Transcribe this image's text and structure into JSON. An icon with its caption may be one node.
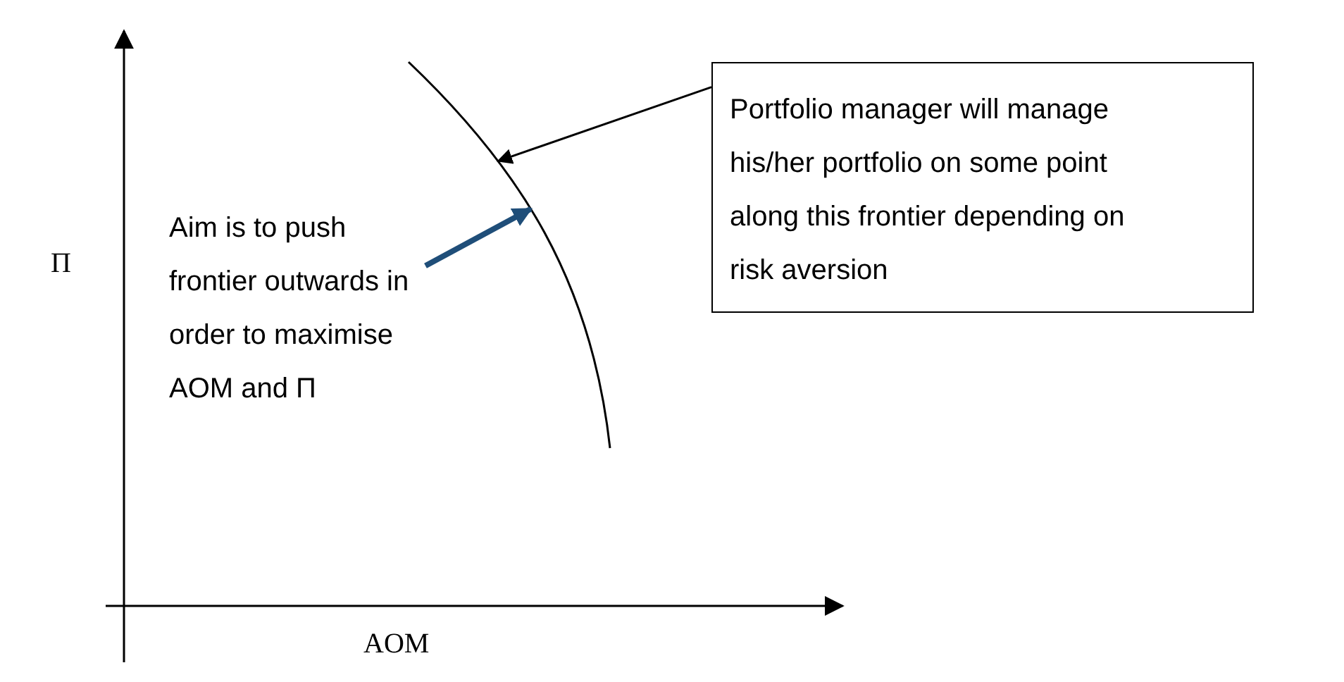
{
  "diagram": {
    "nodes": [
      {
        "text": [
          "Portfolio manager will manage his/her portfolio on some point along this frontier depending on risk aversion"
        ]
      },
      {
        "text": [
          "Aim is to push frontier outwards in order to maximise AOM and Π"
        ]
      },
      {
        "text": [],
        "shape": "curve"
      }
    ],
    "edges": [
      {
        "from": 0,
        "to": 2,
        "arrow": "to"
      },
      {
        "from": 1,
        "to": 2,
        "arrow": "to",
        "style": "thick",
        "color": "#1f4e79"
      }
    ],
    "labels": [
      "Π",
      "AOM"
    ]
  }
}
